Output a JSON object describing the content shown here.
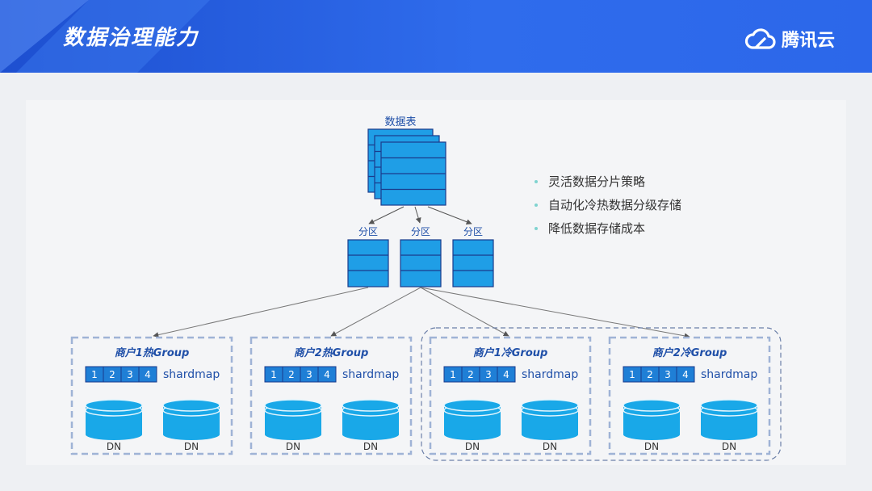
{
  "header": {
    "title": "数据治理能力",
    "logo_text": "腾讯云"
  },
  "diagram": {
    "table_label": "数据表",
    "partitions": [
      "分区",
      "分区",
      "分区"
    ],
    "groups": [
      {
        "title": "商户1热Group",
        "slots": [
          "1",
          "2",
          "3",
          "4"
        ],
        "shardmap_label": "shardmap",
        "nodes": [
          "DN",
          "DN"
        ]
      },
      {
        "title": "商户2热Group",
        "slots": [
          "1",
          "2",
          "3",
          "4"
        ],
        "shardmap_label": "shardmap",
        "nodes": [
          "DN",
          "DN"
        ]
      },
      {
        "title": "商户1冷Group",
        "slots": [
          "1",
          "2",
          "3",
          "4"
        ],
        "shardmap_label": "shardmap",
        "nodes": [
          "DN",
          "DN"
        ]
      },
      {
        "title": "商户2冷Group",
        "slots": [
          "1",
          "2",
          "3",
          "4"
        ],
        "shardmap_label": "shardmap",
        "nodes": [
          "DN",
          "DN"
        ]
      }
    ]
  },
  "bullets": [
    "灵活数据分片策略",
    "自动化冷热数据分级存储",
    "降低数据存储成本"
  ],
  "colors": {
    "accent": "#2f6cec",
    "box_fill": "#1f9ee6",
    "box_stroke": "#1a3b8c",
    "dashed": "#9fb3d6",
    "group_title": "#1f4fa8"
  }
}
